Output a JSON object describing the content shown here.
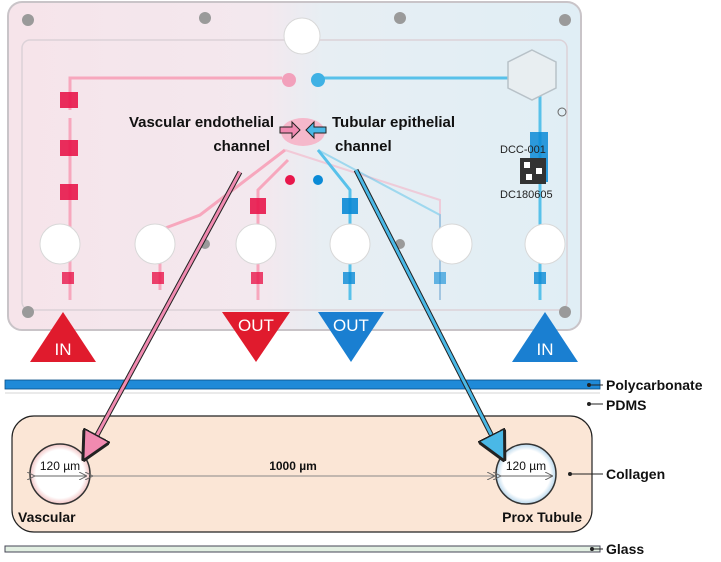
{
  "device": {
    "label_vascular_line1": "Vascular endothelial",
    "label_vascular_line2": "channel",
    "label_tubular_line1": "Tubular epithelial",
    "label_tubular_line2": "channel",
    "chip_id_top": "DCC-001",
    "chip_id_bottom": "DC180605",
    "colors": {
      "red": "#e8174b",
      "blue": "#0a8ad6",
      "pink_channel": "#f7a7bd",
      "blue_channel": "#58c1ea"
    }
  },
  "ports": [
    {
      "label": "IN",
      "color": "#e01b2d",
      "direction": "up"
    },
    {
      "label": "OUT",
      "color": "#e01b2d",
      "direction": "down"
    },
    {
      "label": "OUT",
      "color": "#1a7fd1",
      "direction": "down"
    },
    {
      "label": "IN",
      "color": "#1a7fd1",
      "direction": "up"
    }
  ],
  "layers": {
    "polycarbonate": "Polycarbonate",
    "pdms": "PDMS",
    "collagen": "Collagen",
    "glass": "Glass"
  },
  "cross_section": {
    "left_diameter": "120 µm",
    "right_diameter": "120 µm",
    "spacing": "1000 µm",
    "left_label": "Vascular",
    "right_label": "Prox Tubule",
    "fill_color": "#fbe6d6"
  }
}
